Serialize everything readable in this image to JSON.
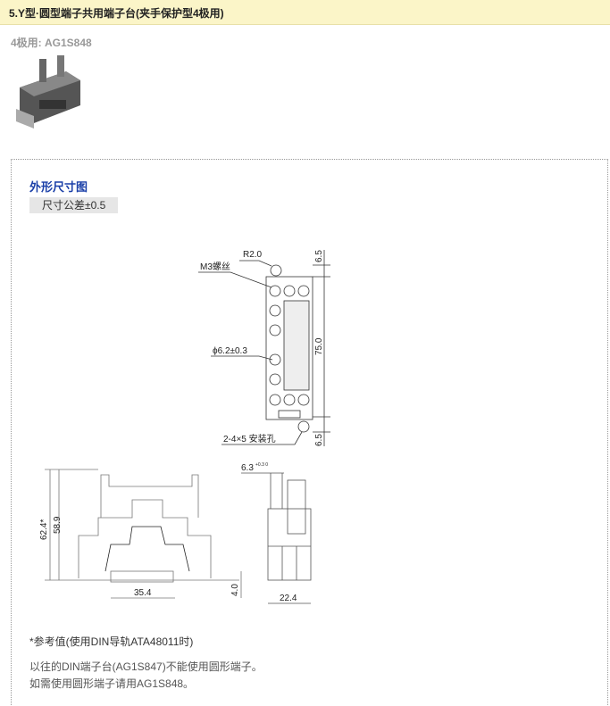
{
  "header": {
    "title": "5.Y型·圆型端子共用端子台(夹手保护型4极用)"
  },
  "product": {
    "label": "4极用: AG1S848"
  },
  "section": {
    "title": "外形尺寸图",
    "tolerance": "尺寸公差±0.5"
  },
  "top_view": {
    "r": "R2.0",
    "screw": "M3螺丝",
    "hole": "ϕ6.2±0.3",
    "mount": "2-4×5 安装孔",
    "d_top": "6.5",
    "d_mid": "75.0",
    "d_bot": "6.5"
  },
  "side_view": {
    "h1": "62.4*",
    "h2": "58.9",
    "w": "35.4",
    "h3": "4.0"
  },
  "end_view": {
    "t": "6.3",
    "tol": "+0.3 0",
    "w": "22.4"
  },
  "notes": [
    "*参考值(使用DIN导轨ATA48011时)",
    "以往的DIN端子台(AG1S847)不能使用圆形端子。",
    "如需使用圆形端子请用AG1S848。"
  ]
}
